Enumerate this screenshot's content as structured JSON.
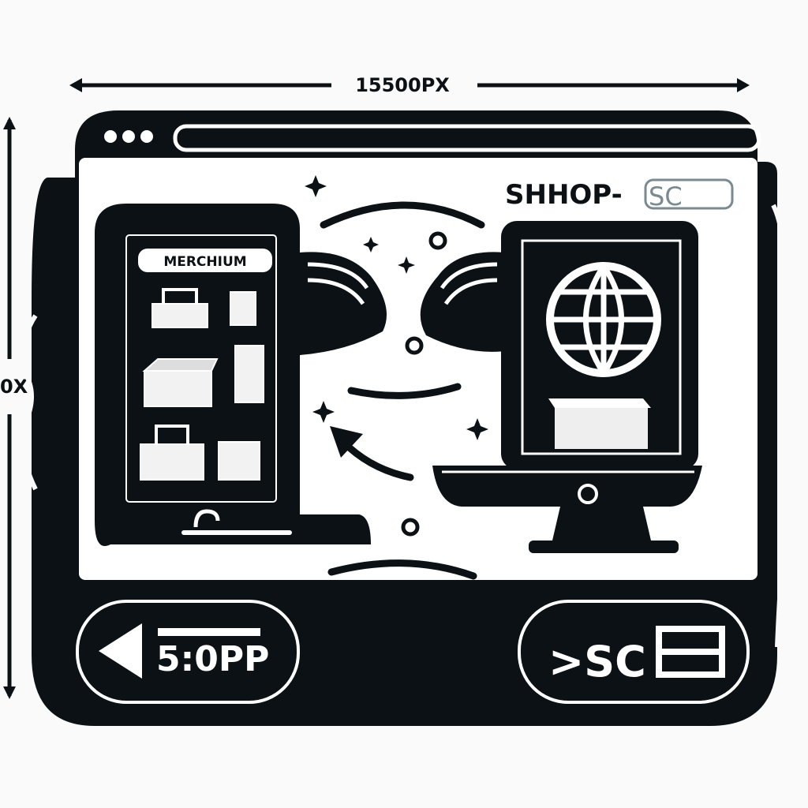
{
  "dimensions": {
    "width_label": "15500PX",
    "height_label": "0X"
  },
  "brand": {
    "name": "SHHOP-",
    "suffix": "SC"
  },
  "phone": {
    "header_label": "MERCHIUM"
  },
  "buttons": {
    "left": {
      "label": "5:0PP",
      "icon": "triangle-left-icon"
    },
    "right": {
      "label": ">SC",
      "icon": "window-icon"
    }
  },
  "colors": {
    "ink": "#0b1114",
    "paper": "#ffffff",
    "accent_gray": "#7a8a90"
  }
}
